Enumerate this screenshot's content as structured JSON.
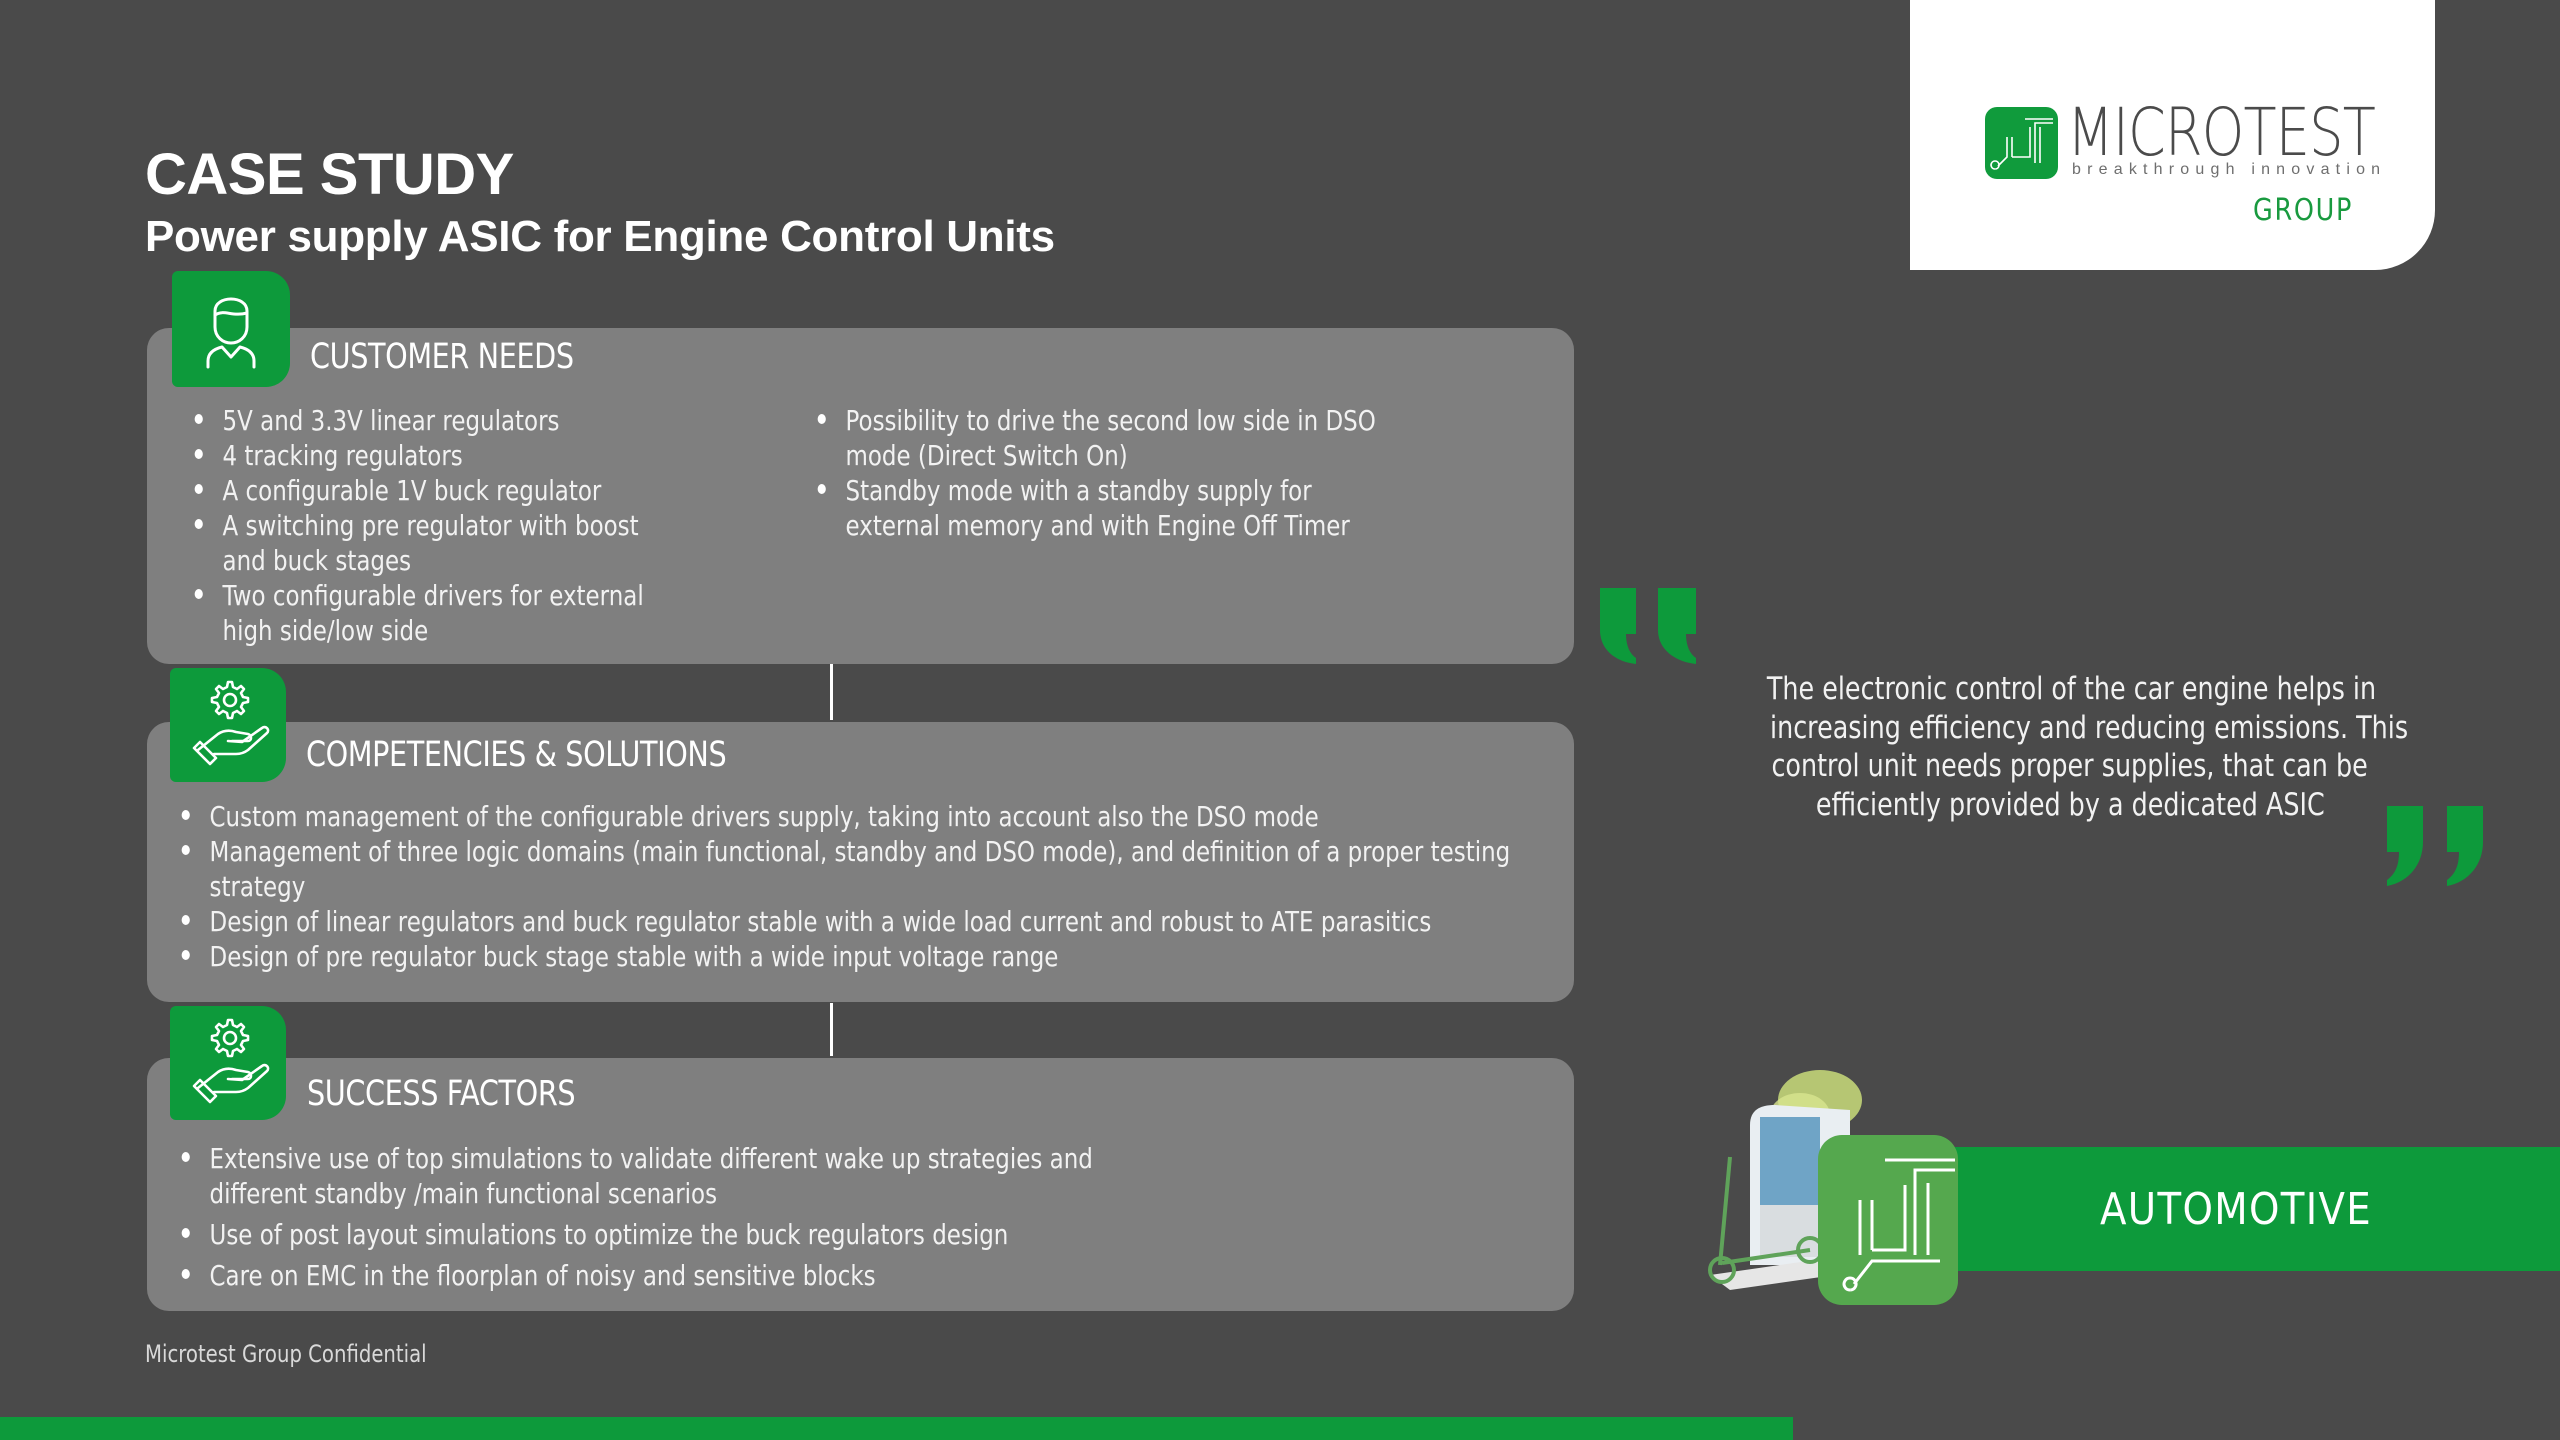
{
  "header": {
    "title": "CASE STUDY",
    "subtitle": "Power supply ASIC for Engine Control Units"
  },
  "logo": {
    "wordmark": "MICROTEST",
    "tagline": "breakthrough innovation",
    "group": "GROUP",
    "icon": "microtest-circuit-logo-icon"
  },
  "sections": [
    {
      "title": "CUSTOMER NEEDS",
      "icon": "person-icon",
      "columns": [
        [
          "5V and 3.3V linear regulators",
          "4 tracking regulators",
          "A configurable 1V buck regulator",
          "A switching pre regulator with boost and buck stages",
          "Two configurable drivers for external high side/low side"
        ],
        [
          "Possibility to drive the second low side in DSO mode (Direct Switch On)",
          "Standby mode with a standby supply for external memory and with Engine Off Timer"
        ]
      ]
    },
    {
      "title": "COMPETENCIES  & SOLUTIONS",
      "icon": "gear-hand-icon",
      "items": [
        "Custom management of the configurable drivers supply, taking into account also the DSO mode",
        "Management of three logic domains (main functional, standby and DSO mode), and definition of a proper testing strategy",
        "Design of linear regulators and buck regulator stable with a wide load current and robust to ATE parasitics",
        "Design of pre regulator buck stage stable with a wide input voltage range"
      ]
    },
    {
      "title": "SUCCESS FACTORS",
      "icon": "gear-hand-icon",
      "items": [
        "Extensive use of top simulations to validate different wake up strategies and different standby /main functional scenarios",
        "Use of post layout simulations to optimize the buck regulators design",
        "Care on EMC in the floorplan of noisy and sensitive blocks"
      ]
    }
  ],
  "quote": {
    "lines": [
      "The electronic control of the car engine helps in",
      "increasing efficiency and reducing emissions. This",
      "control unit needs proper supplies, that can be",
      "efficiently provided by a dedicated ASIC"
    ]
  },
  "sector": {
    "label": "AUTOMOTIVE"
  },
  "footer": {
    "confidential": "Microtest Group Confidential"
  },
  "colors": {
    "background": "#4a4a4a",
    "panel": "#7f7f7f",
    "accent_green": "#0d9a3b",
    "text": "#ffffff"
  }
}
